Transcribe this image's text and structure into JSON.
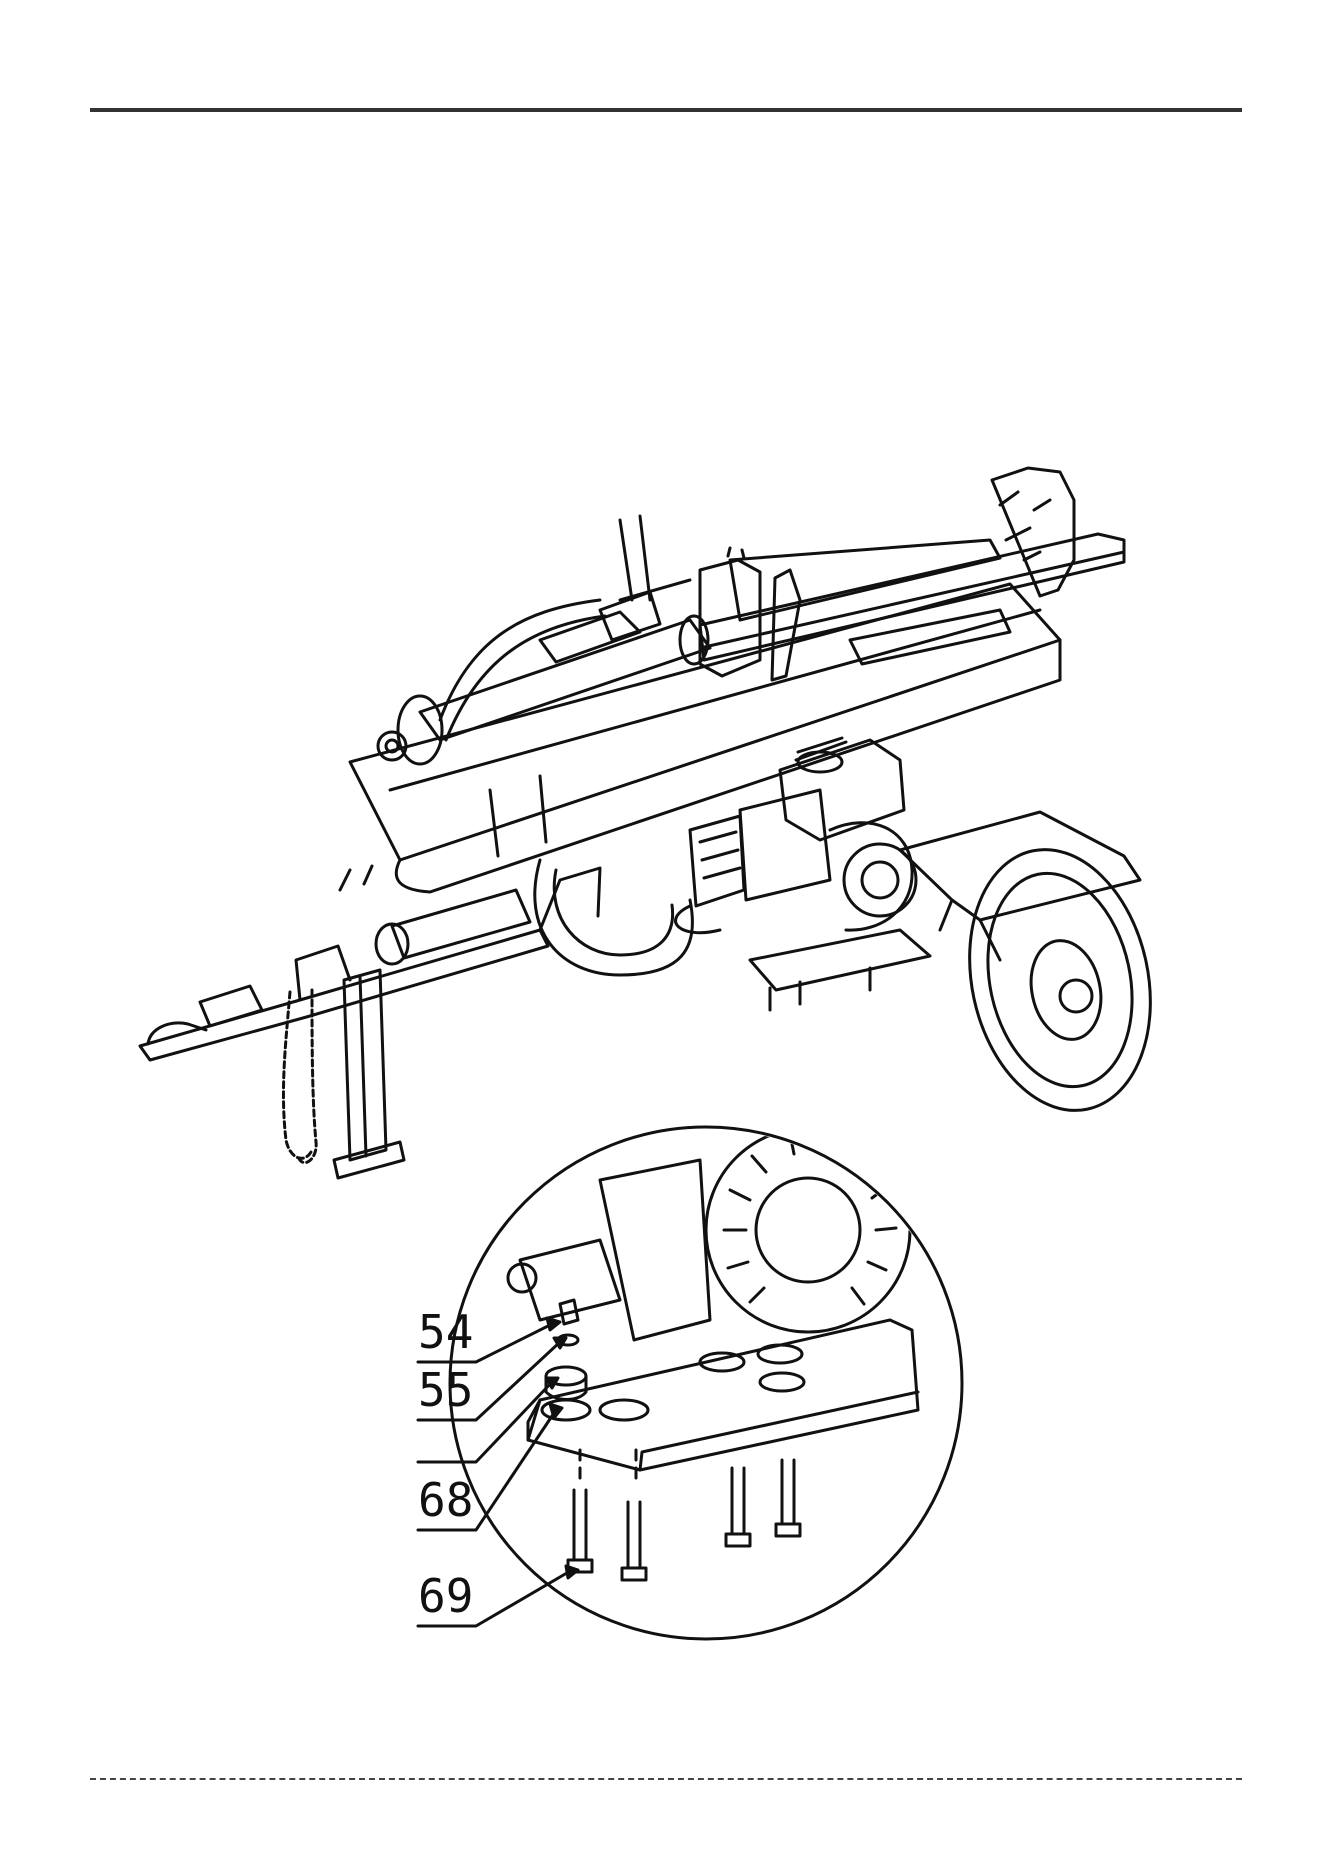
{
  "callouts": [
    {
      "label": "54"
    },
    {
      "label": "55"
    },
    {
      "label": "68"
    },
    {
      "label": "69"
    }
  ],
  "colors": {
    "ink": "#111111",
    "paper": "#ffffff"
  }
}
